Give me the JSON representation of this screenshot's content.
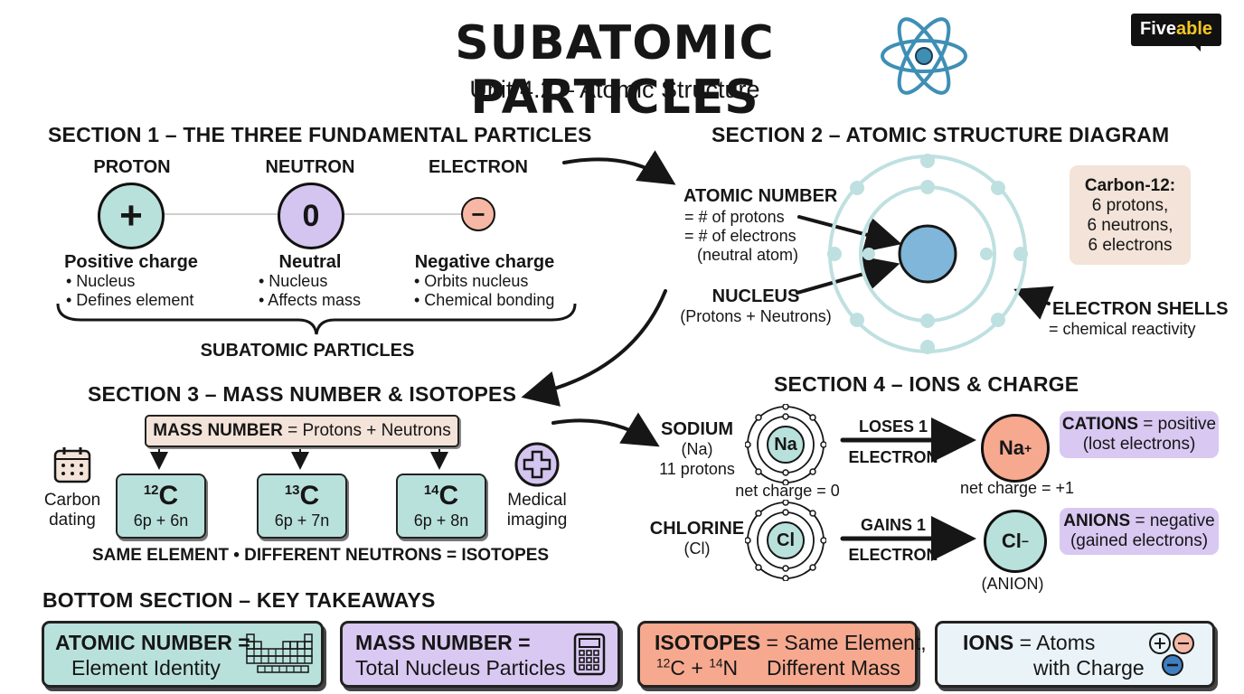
{
  "header": {
    "title": "SUBATOMIC PARTICLES",
    "subtitle": "Unit 4.2 – Atomic Structure",
    "logo_main": "Five",
    "logo_accent": "able",
    "atom_icon": "atom-icon"
  },
  "section1": {
    "heading": "SECTION 1 – THE THREE FUNDAMENTAL PARTICLES",
    "group_label": "SUBATOMIC PARTICLES",
    "particles": [
      {
        "name": "PROTON",
        "symbol": "+",
        "charge": "Positive charge",
        "facts": [
          "• Nucleus",
          "• Defines element"
        ],
        "color": "#b9e1dc"
      },
      {
        "name": "NEUTRON",
        "symbol": "0",
        "charge": "Neutral",
        "facts": [
          "• Nucleus",
          "• Affects mass"
        ],
        "color": "#d4c5f0"
      },
      {
        "name": "ELECTRON",
        "symbol": "−",
        "charge": "Negative charge",
        "facts": [
          "• Orbits nucleus",
          "• Chemical bonding"
        ],
        "color": "#f6b7a4"
      }
    ]
  },
  "section2": {
    "heading": "SECTION 2 – ATOMIC STRUCTURE DIAGRAM",
    "atomic_number": {
      "title": "ATOMIC NUMBER",
      "lines": [
        "= # of protons",
        "= # of electrons",
        "(neutral atom)"
      ]
    },
    "nucleus": {
      "title": "NUCLEUS",
      "line": "(Protons + Neutrons)"
    },
    "shells": {
      "title": "ELECTRON SHELLS",
      "line": "= chemical reactivity"
    },
    "carbon_box": {
      "title": "Carbon-12:",
      "lines": [
        "6 protons,",
        "6 neutrons,",
        "6 electrons"
      ]
    },
    "colors": {
      "nucleus": "#7fb6d9",
      "shell": "#bfe0e0",
      "box": "#f3e3d8"
    }
  },
  "section3": {
    "heading": "SECTION 3 – MASS NUMBER & ISOTOPES",
    "formula_bold": "MASS NUMBER",
    "formula_rest": " = Protons + Neutrons",
    "isotopes": [
      {
        "mass": "12",
        "symbol": "C",
        "count": "6p + 6n"
      },
      {
        "mass": "13",
        "symbol": "C",
        "count": "6p + 7n"
      },
      {
        "mass": "14",
        "symbol": "C",
        "count": "6p + 8n"
      }
    ],
    "left_use": [
      "Carbon",
      "dating"
    ],
    "right_use": [
      "Medical",
      "imaging"
    ],
    "footer": "SAME ELEMENT • DIFFERENT NEUTRONS = ISOTOPES"
  },
  "section4": {
    "heading": "SECTION 4 – IONS & CHARGE",
    "sodium": {
      "name": "SODIUM",
      "symbol_line": "(Na)",
      "protons": "11 protons",
      "atom": "Na",
      "ion": "Na",
      "ion_charge": "+",
      "action_top": "LOSES 1",
      "action_bottom": "ELECTRON",
      "charge_left": "net charge = 0",
      "charge_right": "net charge = +1"
    },
    "chlorine": {
      "name": "CHLORINE",
      "symbol_line": "(Cl)",
      "atom": "Cl",
      "ion": "Cl",
      "ion_charge": "−",
      "action_top": "GAINS 1",
      "action_bottom": "ELECTRON",
      "ion_label": "(ANION)"
    },
    "cations": {
      "bold": "CATIONS",
      "rest": " = positive",
      "line2": "(lost electrons)"
    },
    "anions": {
      "bold": "ANIONS",
      "rest": " = negative",
      "line2": "(gained electrons)"
    }
  },
  "bottom": {
    "heading": "BOTTOM SECTION – KEY TAKEAWAYS",
    "cards": [
      {
        "bold": "ATOMIC NUMBER =",
        "line2": "Element Identity",
        "icon": "periodic-table-icon",
        "color": "#b9e1dc"
      },
      {
        "bold": "MASS NUMBER =",
        "line2": "Total Nucleus Particles",
        "icon": "calculator-icon",
        "color": "#d9c8f2"
      },
      {
        "bold": "ISOTOPES",
        "rest": " = Same Element,",
        "line2_iso": "C + ",
        "line2_iso_b": "N",
        "iso_a": "12",
        "iso_b": "14",
        "line2": "Different Mass",
        "color": "#f7a98f"
      },
      {
        "bold": "IONS",
        "rest": " = Atoms",
        "line2": "with Charge",
        "icon": "charge-icon",
        "color": "#eaf3f8"
      }
    ]
  }
}
